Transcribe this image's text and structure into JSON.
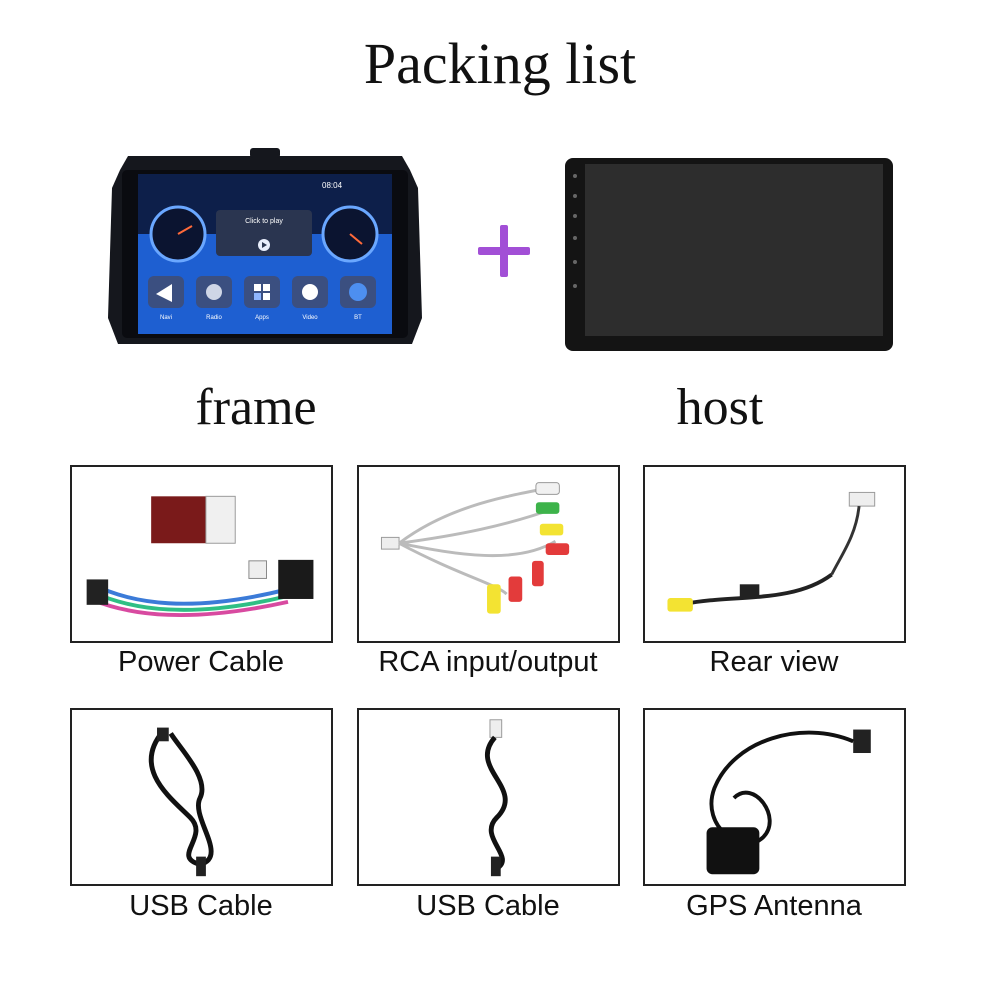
{
  "title": "Packing list",
  "units": {
    "frame_label": "frame",
    "host_label": "host",
    "screen": {
      "clock": "08:04",
      "now_playing": "Click to play",
      "apps": [
        "Navi",
        "Radio",
        "Apps",
        "Video",
        "BT"
      ]
    }
  },
  "items": [
    {
      "label": "Power Cable"
    },
    {
      "label": "RCA input/output"
    },
    {
      "label": "Rear view"
    },
    {
      "label": "USB Cable"
    },
    {
      "label": "USB Cable"
    },
    {
      "label": "GPS Antenna"
    }
  ],
  "colors": {
    "accent_plus": "#a24fd6",
    "screen_blue": "#1e5fd1",
    "border": "#222222"
  }
}
